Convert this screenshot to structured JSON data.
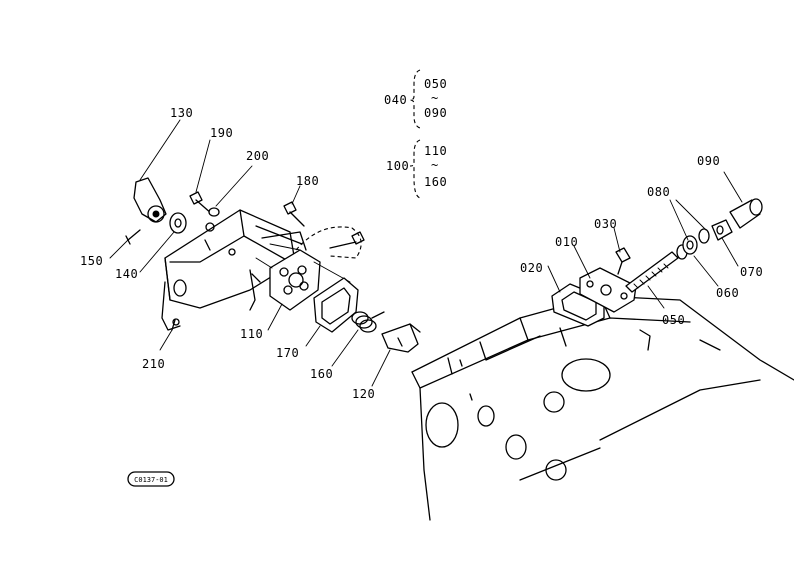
{
  "callouts": {
    "c010": "010",
    "c020": "020",
    "c030": "030",
    "c050": "050",
    "c060": "060",
    "c070": "070",
    "c080": "080",
    "c090": "090",
    "c100": "100",
    "c110": "110",
    "c120": "120",
    "c130": "130",
    "c140": "140",
    "c150": "150",
    "c160": "160",
    "c170": "170",
    "c180": "180",
    "c190": "190",
    "c200": "200",
    "c210": "210"
  },
  "range_groups": {
    "g040": {
      "label": "040",
      "from": "050",
      "tilde": "~",
      "to": "090"
    },
    "g100": {
      "label": "100",
      "from": "110",
      "tilde": "~",
      "to": "160"
    }
  },
  "drawing_code": "C0137-01"
}
